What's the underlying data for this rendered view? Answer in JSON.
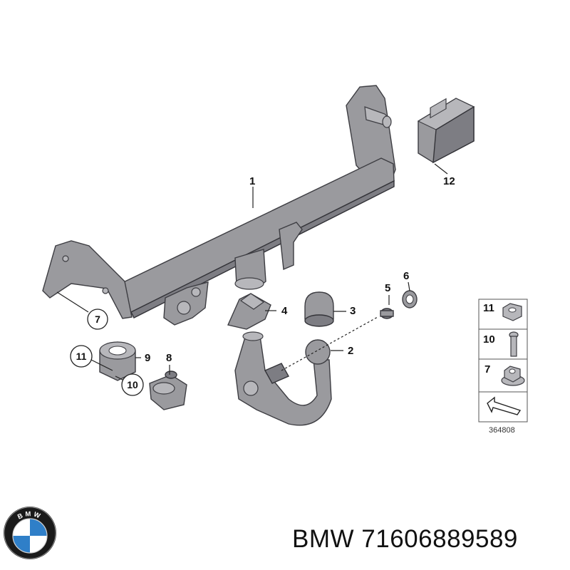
{
  "callouts": {
    "c1": "1",
    "c2": "2",
    "c3": "3",
    "c4": "4",
    "c5": "5",
    "c6": "6",
    "c7": "7",
    "c8": "8",
    "c9": "9",
    "c10": "10",
    "c11": "11",
    "c12": "12"
  },
  "legend": {
    "item11": "11",
    "item10": "10",
    "item7": "7",
    "diagram_number": "364808"
  },
  "logo": {
    "text": "BMW"
  },
  "caption": {
    "brand": "BMW",
    "part_number": "71606889589"
  },
  "colors": {
    "part": "#9a9a9e",
    "outline": "#3d3d42",
    "logo_blue": "#2f7fc8"
  }
}
